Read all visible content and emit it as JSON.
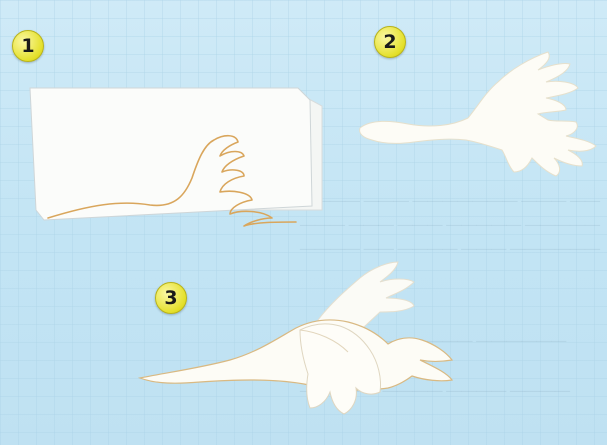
{
  "steps": [
    {
      "number": "1",
      "icon": "folded-paper-template-icon"
    },
    {
      "number": "2",
      "icon": "cut-out-bird-shape-icon"
    },
    {
      "number": "3",
      "icon": "assembled-paper-bird-icon"
    }
  ],
  "colors": {
    "background": "#c9e7f6",
    "paper": "#fdfcf6",
    "outline": "#d9a65c",
    "badge": "#e8e43a"
  }
}
